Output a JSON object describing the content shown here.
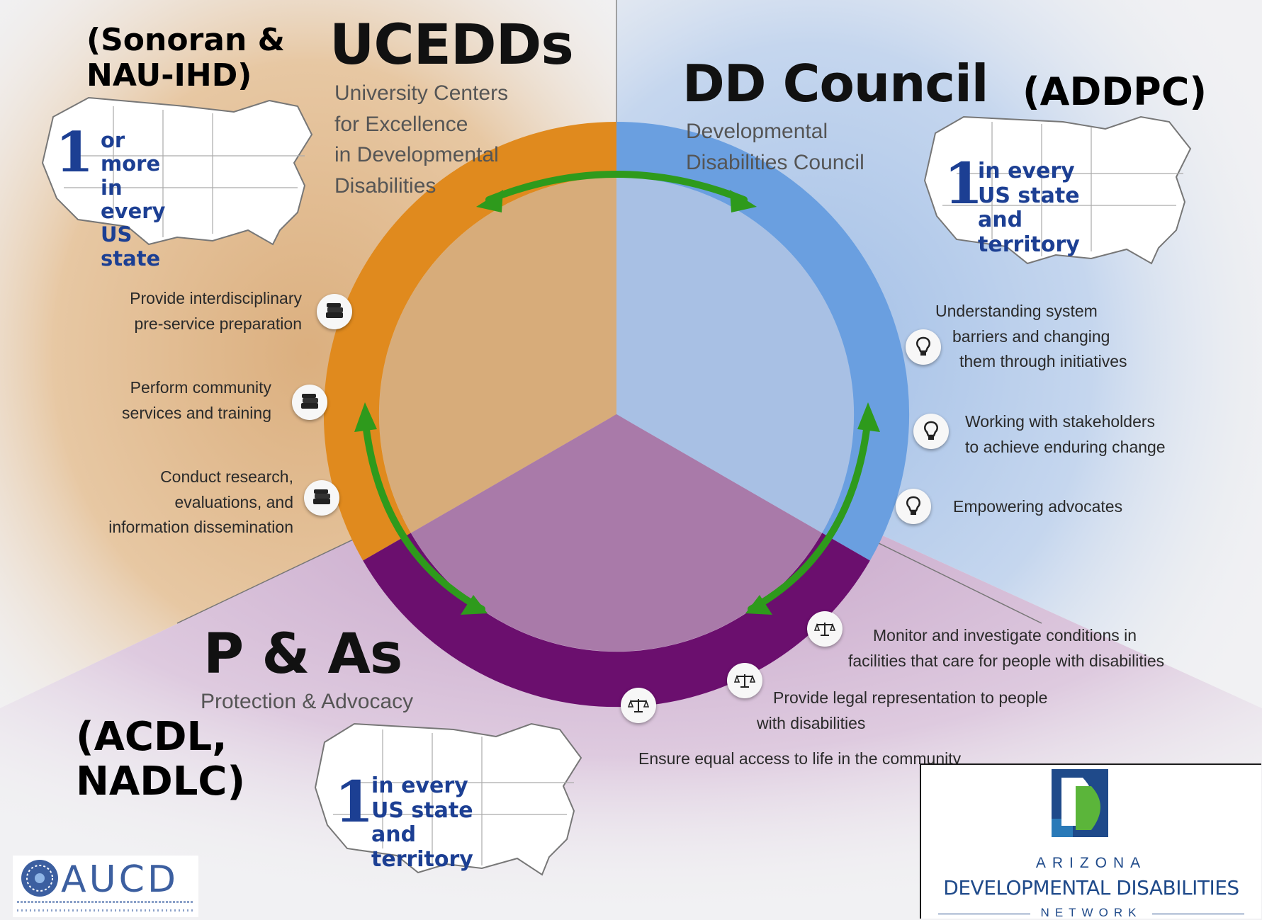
{
  "ucedd": {
    "note": "(Sonoran & NAU-IHD)",
    "note_line1": "(Sonoran &",
    "note_line2": "NAU-IHD)",
    "title": "UCEDDs",
    "subtitle_lines": [
      "University Centers",
      "for Excellence",
      "in Developmental",
      "Disabilities"
    ],
    "map_number": "1",
    "map_text_lines": [
      "or more",
      "in every US state"
    ],
    "activities": [
      {
        "lines": [
          "Provide interdisciplinary",
          "pre-service preparation"
        ],
        "icon": "book-stack-icon"
      },
      {
        "lines": [
          "Perform community",
          "services and training"
        ],
        "icon": "book-stack-icon"
      },
      {
        "lines": [
          "Conduct research,",
          "evaluations, and",
          "information dissemination"
        ],
        "icon": "book-stack-icon"
      }
    ],
    "color": "#e08a1e",
    "bg_color": "#dcae78"
  },
  "council": {
    "note": "(ADDPC)",
    "title": "DD Council",
    "subtitle_lines": [
      "Developmental",
      "Disabilities Council"
    ],
    "map_number": "1",
    "map_text_lines": [
      "in every US state",
      "and territory"
    ],
    "activities": [
      {
        "lines": [
          "Understanding system",
          "barriers and changing",
          "them through initiatives"
        ],
        "icon": "lightbulb-icon"
      },
      {
        "lines": [
          "Working with stakeholders",
          "to achieve enduring change"
        ],
        "icon": "lightbulb-icon"
      },
      {
        "lines": [
          "Empowering advocates"
        ],
        "icon": "lightbulb-icon"
      }
    ],
    "color": "#6a9fe0",
    "bg_color": "#a9c3e6"
  },
  "pa": {
    "note": "(ACDL, NADLC)",
    "note_line1": "(ACDL,",
    "note_line2": "NADLC)",
    "title": "P & As",
    "subtitle": "Protection & Advocacy",
    "map_number": "1",
    "map_text_lines": [
      "in every US state",
      "and territory"
    ],
    "activities": [
      {
        "lines": [
          "Monitor and investigate conditions in",
          "facilities that care for people with disabilities"
        ],
        "icon": "scales-of-justice-icon"
      },
      {
        "lines": [
          "Provide legal representation to people",
          "with disabilities"
        ],
        "icon": "scales-of-justice-icon"
      },
      {
        "lines": [
          "Ensure equal access to life in the community"
        ],
        "icon": "scales-of-justice-icon"
      }
    ],
    "color": "#6b0f6e",
    "bg_color": "#b384b5"
  },
  "arrow_color": "#2e9a1c",
  "logos": {
    "aucd": "AUCD",
    "azdd_line1": "ARIZONA",
    "azdd_line2": "DEVELOPMENTAL DISABILITIES",
    "azdd_line3": "NETWORK"
  }
}
